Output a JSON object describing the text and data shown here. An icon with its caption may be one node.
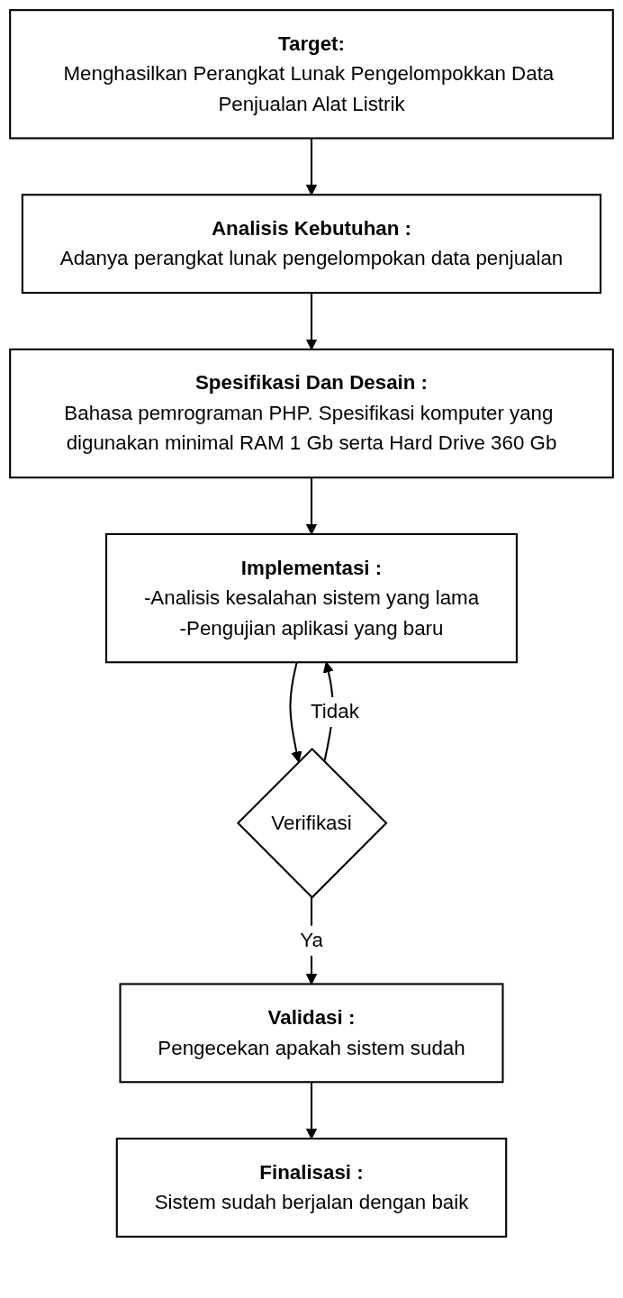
{
  "diagram": {
    "nodes": [
      {
        "text": [
          "Target:",
          "Menghasilkan Perangkat Lunak Pengelompokkan Data Penjualan Alat Listrik"
        ]
      },
      {
        "text": [
          "Analisis Kebutuhan :",
          "Adanya perangkat lunak pengelompokan data penjualan"
        ]
      },
      {
        "text": [
          "Spesifikasi Dan Desain :",
          "Bahasa pemrograman PHP. Spesifikasi komputer yang digunakan minimal RAM 1 Gb serta Hard Drive 360 Gb"
        ]
      },
      {
        "text": [
          "Implementasi :",
          "-Analisis kesalahan sistem yang lama",
          "-Pengujian aplikasi yang baru"
        ]
      },
      {
        "text": [
          "Verifikasi"
        ]
      },
      {
        "text": [
          "Validasi :",
          "Pengecekan apakah sistem sudah"
        ]
      },
      {
        "text": [
          "Finalisasi :",
          "Sistem sudah berjalan dengan baik"
        ]
      }
    ],
    "edges": [
      {
        "from": 0,
        "to": 1,
        "arrow": "to"
      },
      {
        "from": 1,
        "to": 2,
        "arrow": "to"
      },
      {
        "from": 2,
        "to": 3,
        "arrow": "to"
      },
      {
        "from": 3,
        "to": 4,
        "arrow": "to"
      },
      {
        "from": 4,
        "to": 3,
        "arrow": "to",
        "label": "Tidak"
      },
      {
        "from": 4,
        "to": 5,
        "arrow": "to",
        "label": "Ya"
      },
      {
        "from": 5,
        "to": 6,
        "arrow": "to"
      }
    ]
  }
}
